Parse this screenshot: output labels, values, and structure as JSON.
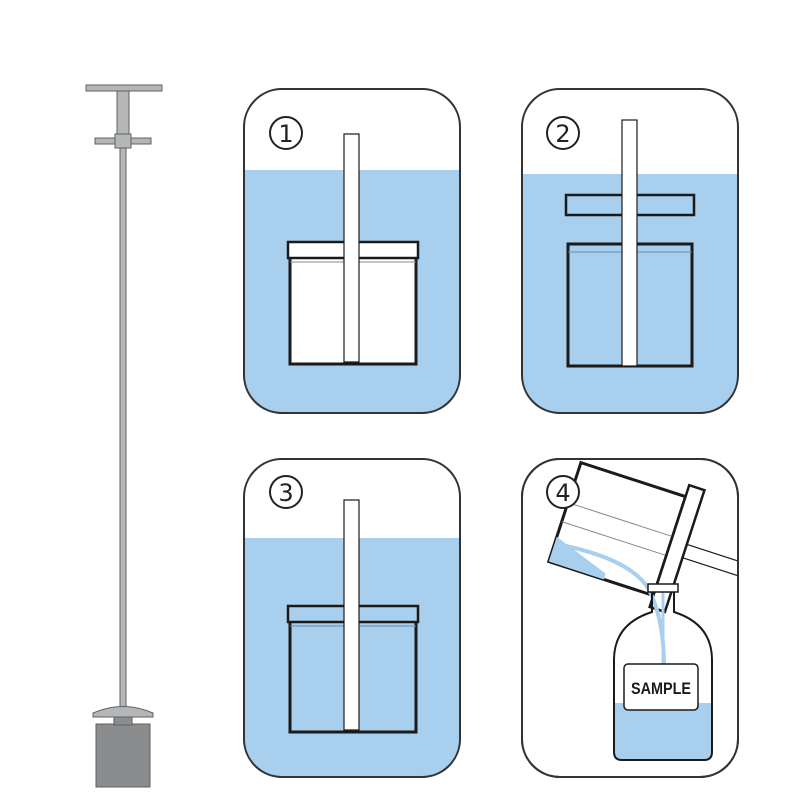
{
  "colors": {
    "water": "#a9cfee",
    "outline": "#1a1a1a",
    "metal": "#b4b6b8",
    "metal_dark": "#5e6062",
    "cup": "#8a8c8e",
    "frame": "#333333"
  },
  "sampler": {
    "label": ""
  },
  "steps": [
    {
      "number": "1"
    },
    {
      "number": "2"
    },
    {
      "number": "3"
    },
    {
      "number": "4"
    }
  ],
  "bottle": {
    "label": "SAMPLE"
  }
}
